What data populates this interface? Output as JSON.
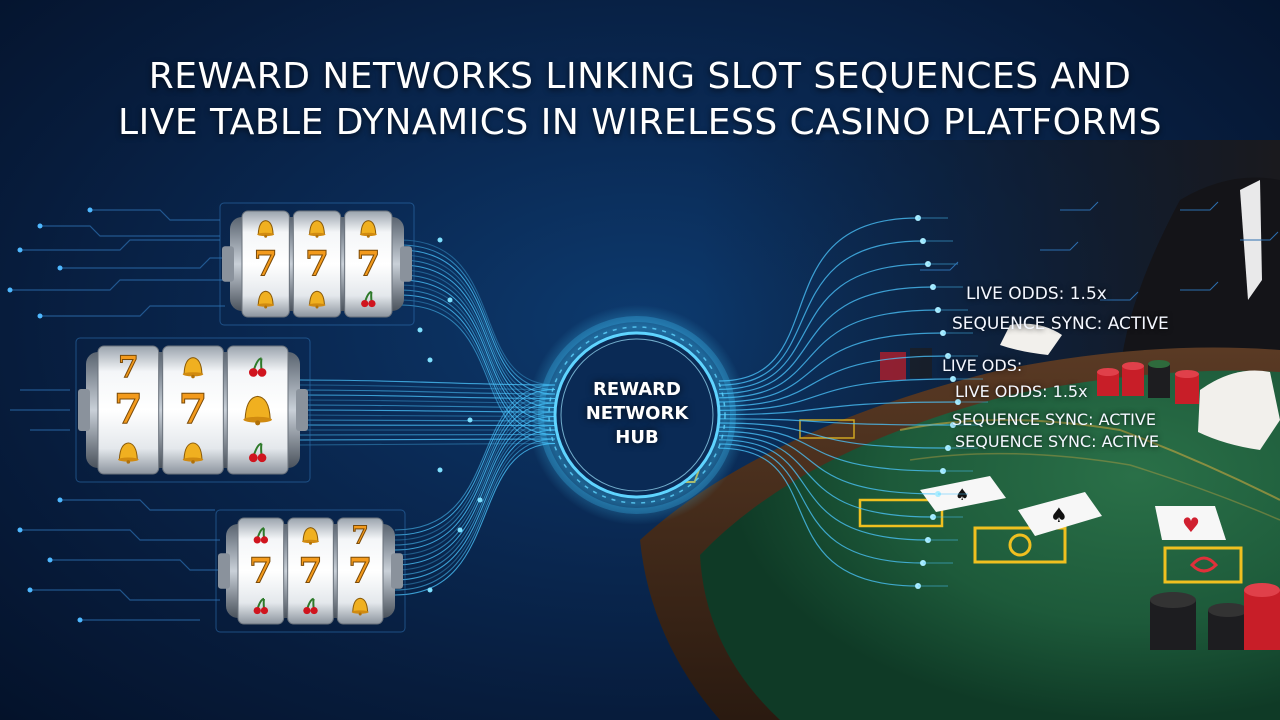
{
  "title": {
    "line1": "REWARD NETWORKS LINKING SLOT SEQUENCES AND",
    "line2": "LIVE TABLE DYNAMICS IN WIRELESS CASINO PLATFORMS"
  },
  "hub": {
    "line1": "REWARD",
    "line2": "NETWORK",
    "line3": "HUB"
  },
  "overlay": {
    "live_odds_1": "LIVE ODDS: 1.5x",
    "sequence_sync_1": "SEQUENCE SYNC: ACTIVE",
    "live_ods": "LIVE ODS:",
    "live_odds_2": "LIVE ODDS: 1.5x",
    "sequence_sync_2": "SEQUENCE SYNC: ACTIVE",
    "sequence_sync_3": "SEQUENCE SYNC: ACTIVE"
  },
  "slot_machines": [
    {
      "rows": [
        [
          "bell",
          "bell",
          "bell"
        ],
        [
          "7",
          "7",
          "7"
        ],
        [
          "bell",
          "bell",
          "cherry"
        ]
      ]
    },
    {
      "rows": [
        [
          "7",
          "bell",
          "cherry"
        ],
        [
          "7",
          "7",
          "bell"
        ],
        [
          "bell",
          "bell",
          "cherry"
        ]
      ]
    },
    {
      "rows": [
        [
          "cherry",
          "bell",
          "7"
        ],
        [
          "7",
          "7",
          "7"
        ],
        [
          "cherry",
          "cherry",
          "bell"
        ]
      ]
    }
  ],
  "colors": {
    "accent_glow": "#46c8ff",
    "felt": "#1e5a3c",
    "gold": "#f0b020",
    "seven_orange": "#f39a1c"
  }
}
